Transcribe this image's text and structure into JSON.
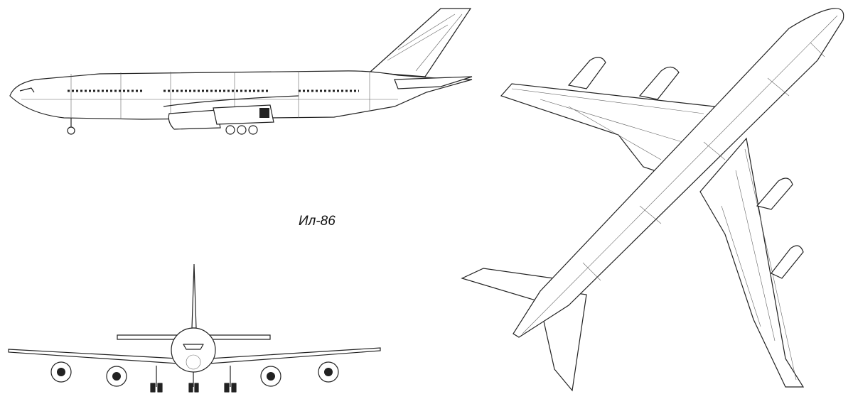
{
  "drawing": {
    "title": "Ил-86",
    "views": [
      "side-view",
      "front-view",
      "top-view"
    ],
    "line_color": "#222222",
    "background": "#ffffff"
  }
}
